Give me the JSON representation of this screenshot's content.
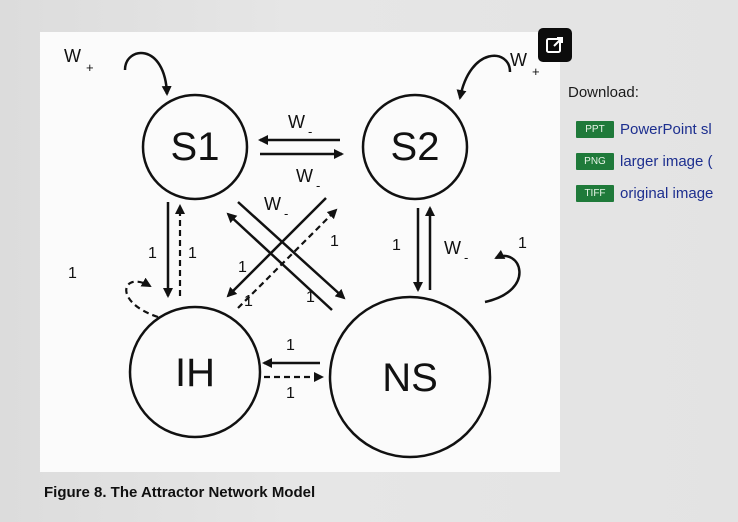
{
  "figure": {
    "nodes": {
      "s1": "S1",
      "s2": "S2",
      "ih": "IH",
      "ns": "NS"
    },
    "weights": {
      "w": "W",
      "plus": "+",
      "minus": "-",
      "one": "1"
    },
    "caption": "Figure 8. The Attractor Network Model",
    "expand_icon": "open-in-new-icon"
  },
  "download": {
    "title": "Download:",
    "items": [
      {
        "badge": "PPT",
        "label": "PowerPoint sl"
      },
      {
        "badge": "PNG",
        "label": "larger image ("
      },
      {
        "badge": "TIFF",
        "label": "original image"
      }
    ]
  },
  "colors": {
    "badge": "#1f7a3a",
    "link": "#1d2f8f"
  }
}
